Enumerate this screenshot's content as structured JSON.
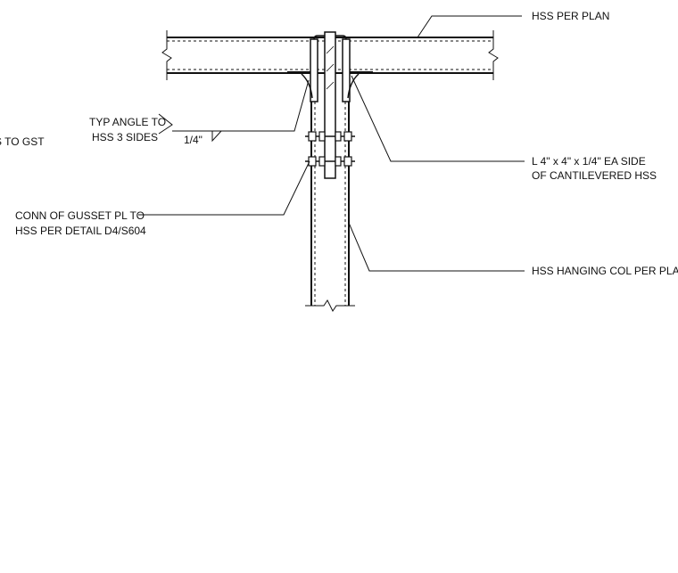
{
  "annotations": {
    "hss_per_plan": "HSS PER PLAN",
    "typ_angle_line1": "TYP ANGLE TO",
    "typ_angle_line2": "HSS 3 SIDES",
    "weld_size": "1/4\"",
    "cut_off_note": "S TO GST",
    "angle_line1": "L 4\" x 4\" x 1/4\" EA SIDE",
    "angle_line2": "OF CANTILEVERED HSS",
    "gusset_line1": "CONN OF GUSSET PL TO",
    "gusset_line2": "HSS PER DETAIL D4/S604",
    "hanging_col": "HSS HANGING COL PER PLAN"
  },
  "colors": {
    "ink": "#111111",
    "background": "#ffffff"
  }
}
